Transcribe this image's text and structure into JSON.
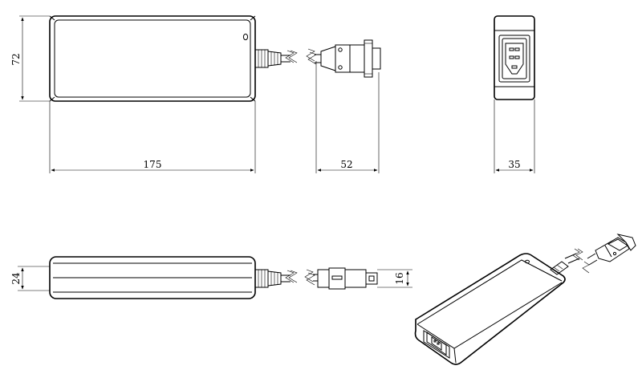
{
  "dimensions": {
    "top_height": "72",
    "top_length": "175",
    "top_plug_length": "52",
    "end_width": "35",
    "side_height": "24",
    "side_plug_height": "16"
  }
}
